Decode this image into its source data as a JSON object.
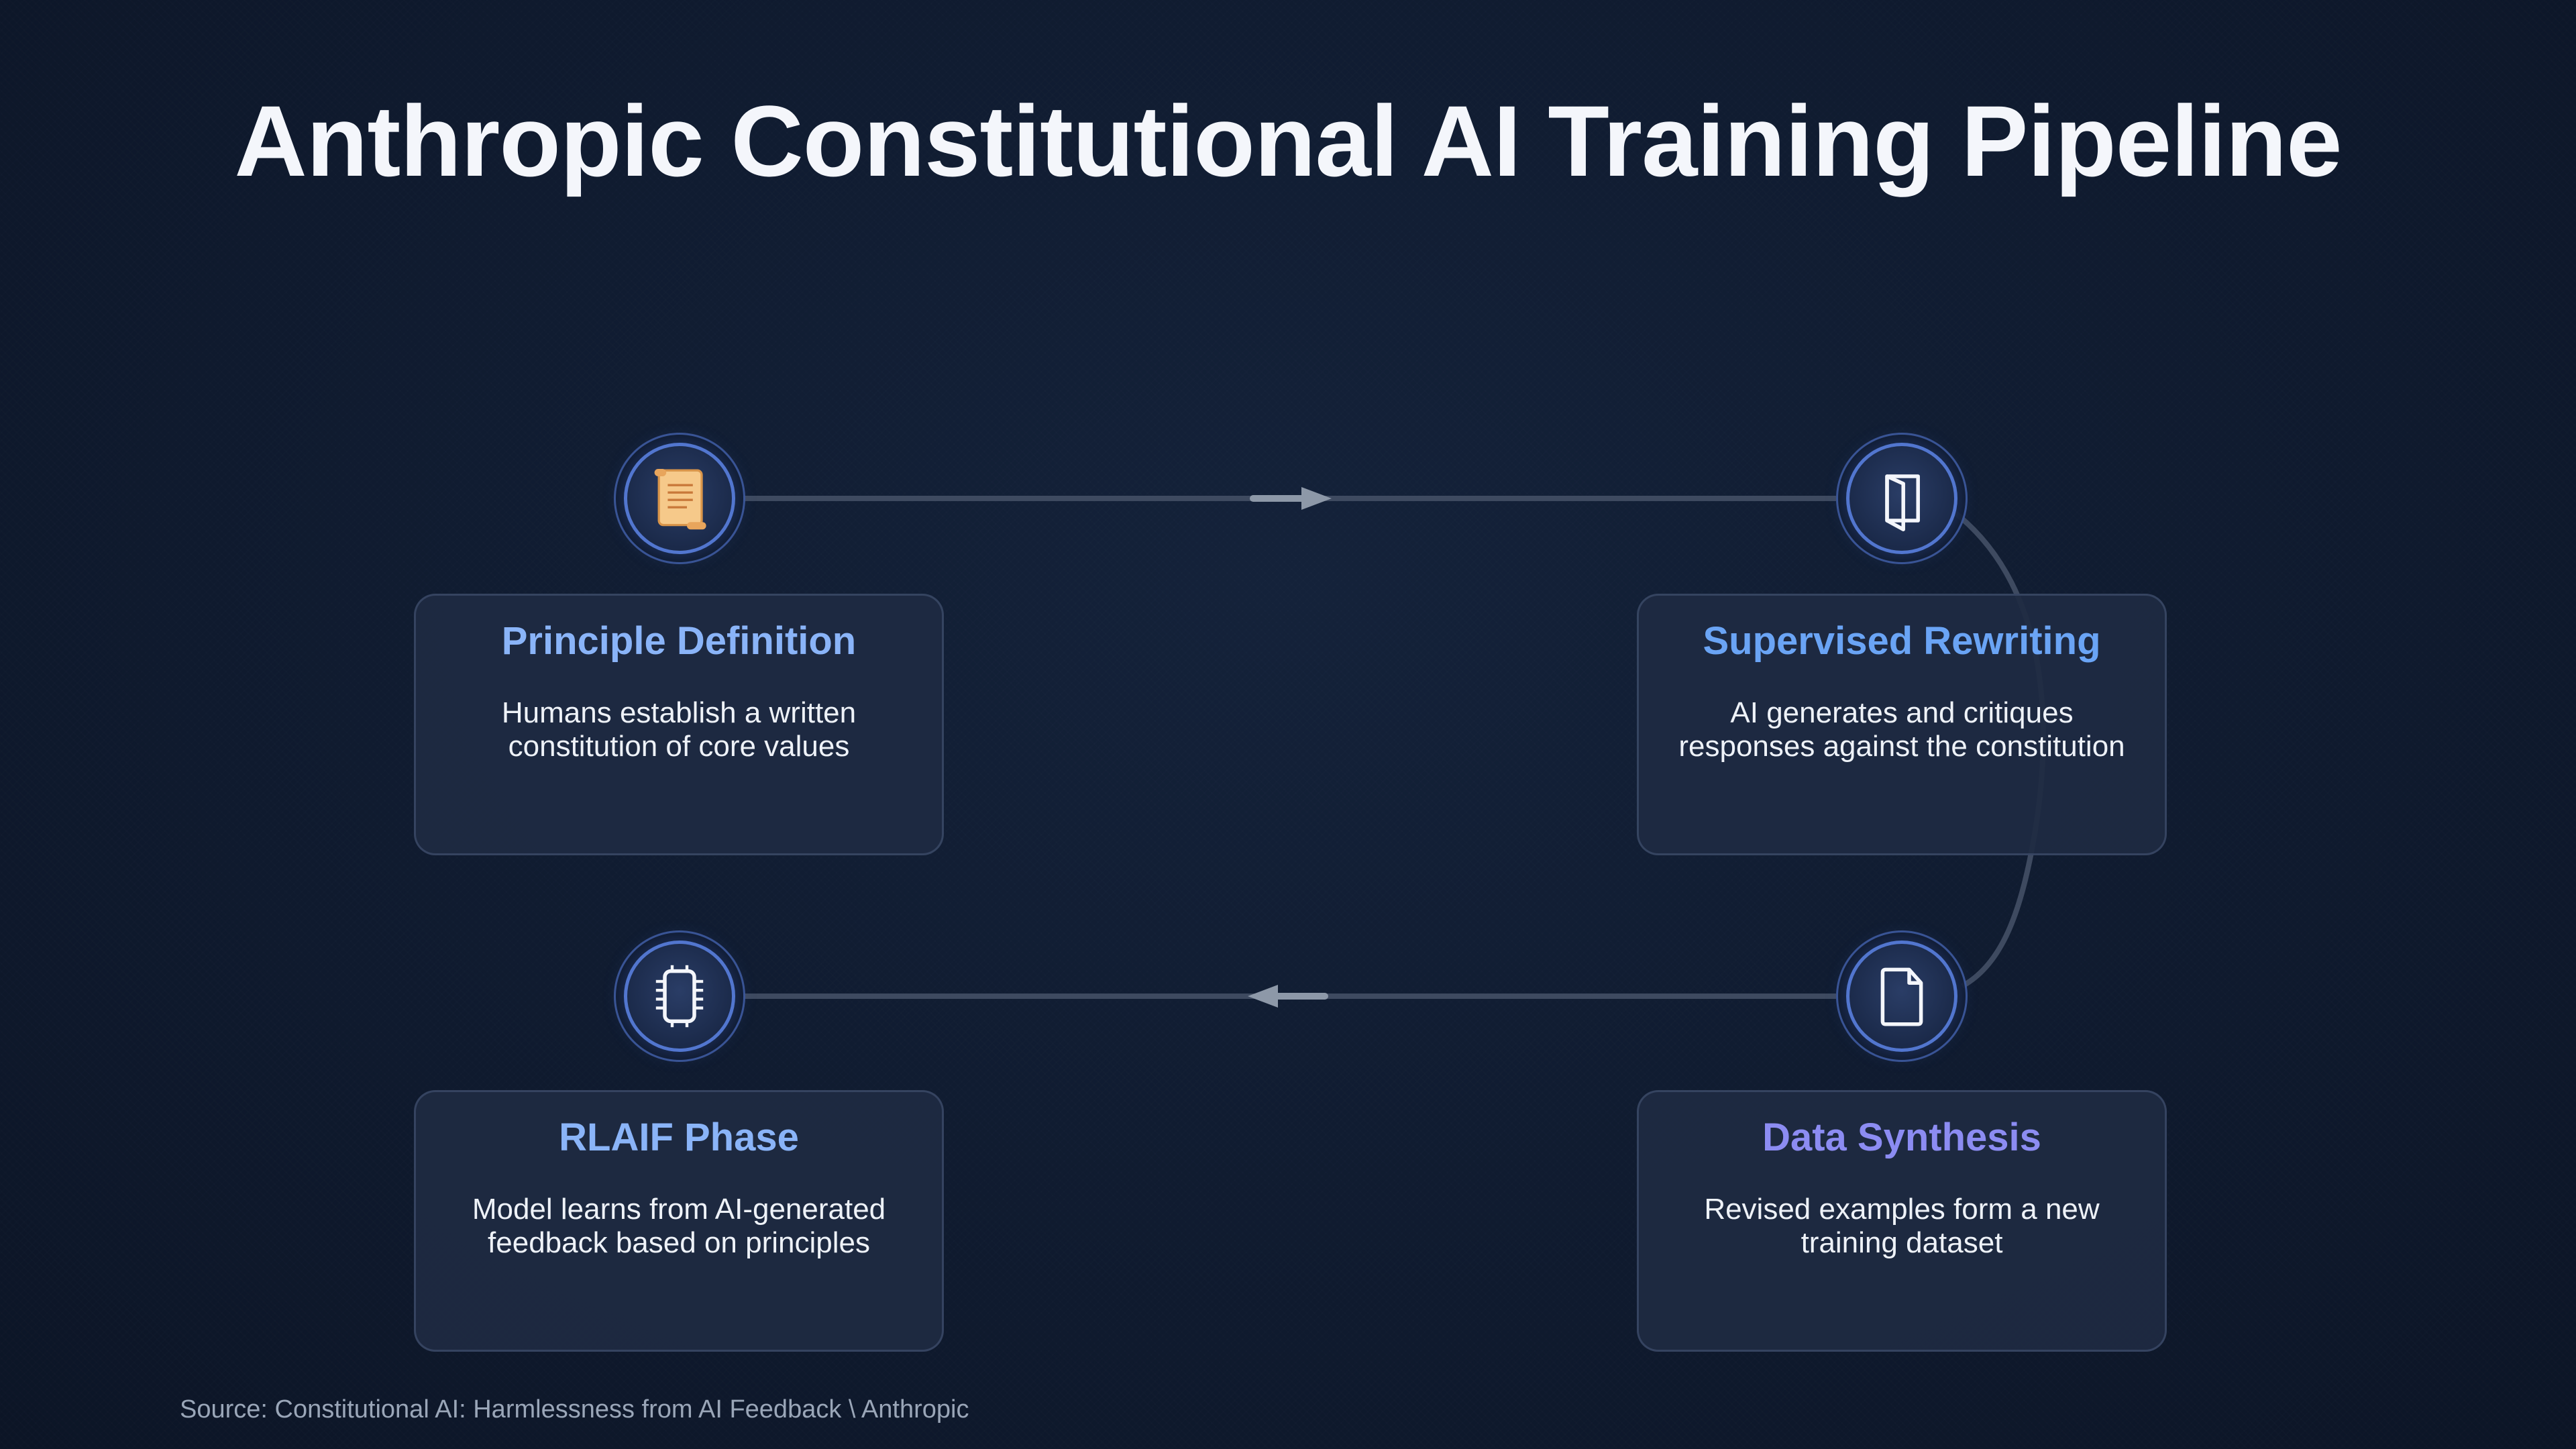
{
  "title": "Anthropic Constitutional AI Training Pipeline",
  "colors": {
    "background": "#0f1a2e",
    "card": "#1e2a42",
    "node_ring": "#5c84e6",
    "connector": "#3e4a60",
    "arrow": "#8d98a8",
    "title_principle": "#8ab4f8",
    "title_supervised": "#6aa4f5",
    "title_rlaif": "#8ab4f8",
    "title_synthesis": "#8c8cf2"
  },
  "steps": [
    {
      "icon": "scroll-icon",
      "title": "Principle Definition",
      "description": "Humans establish a written constitution of core values"
    },
    {
      "icon": "book-icon",
      "title": "Supervised Rewriting",
      "description": "AI generates and critiques responses against the constitution"
    },
    {
      "icon": "document-icon",
      "title": "Data Synthesis",
      "description": "Revised examples form a new training dataset"
    },
    {
      "icon": "chip-icon",
      "title": "RLAIF Phase",
      "description": "Model learns from AI-generated feedback based on principles"
    }
  ],
  "source": "Source: Constitutional AI: Harmlessness from AI Feedback \\ Anthropic"
}
